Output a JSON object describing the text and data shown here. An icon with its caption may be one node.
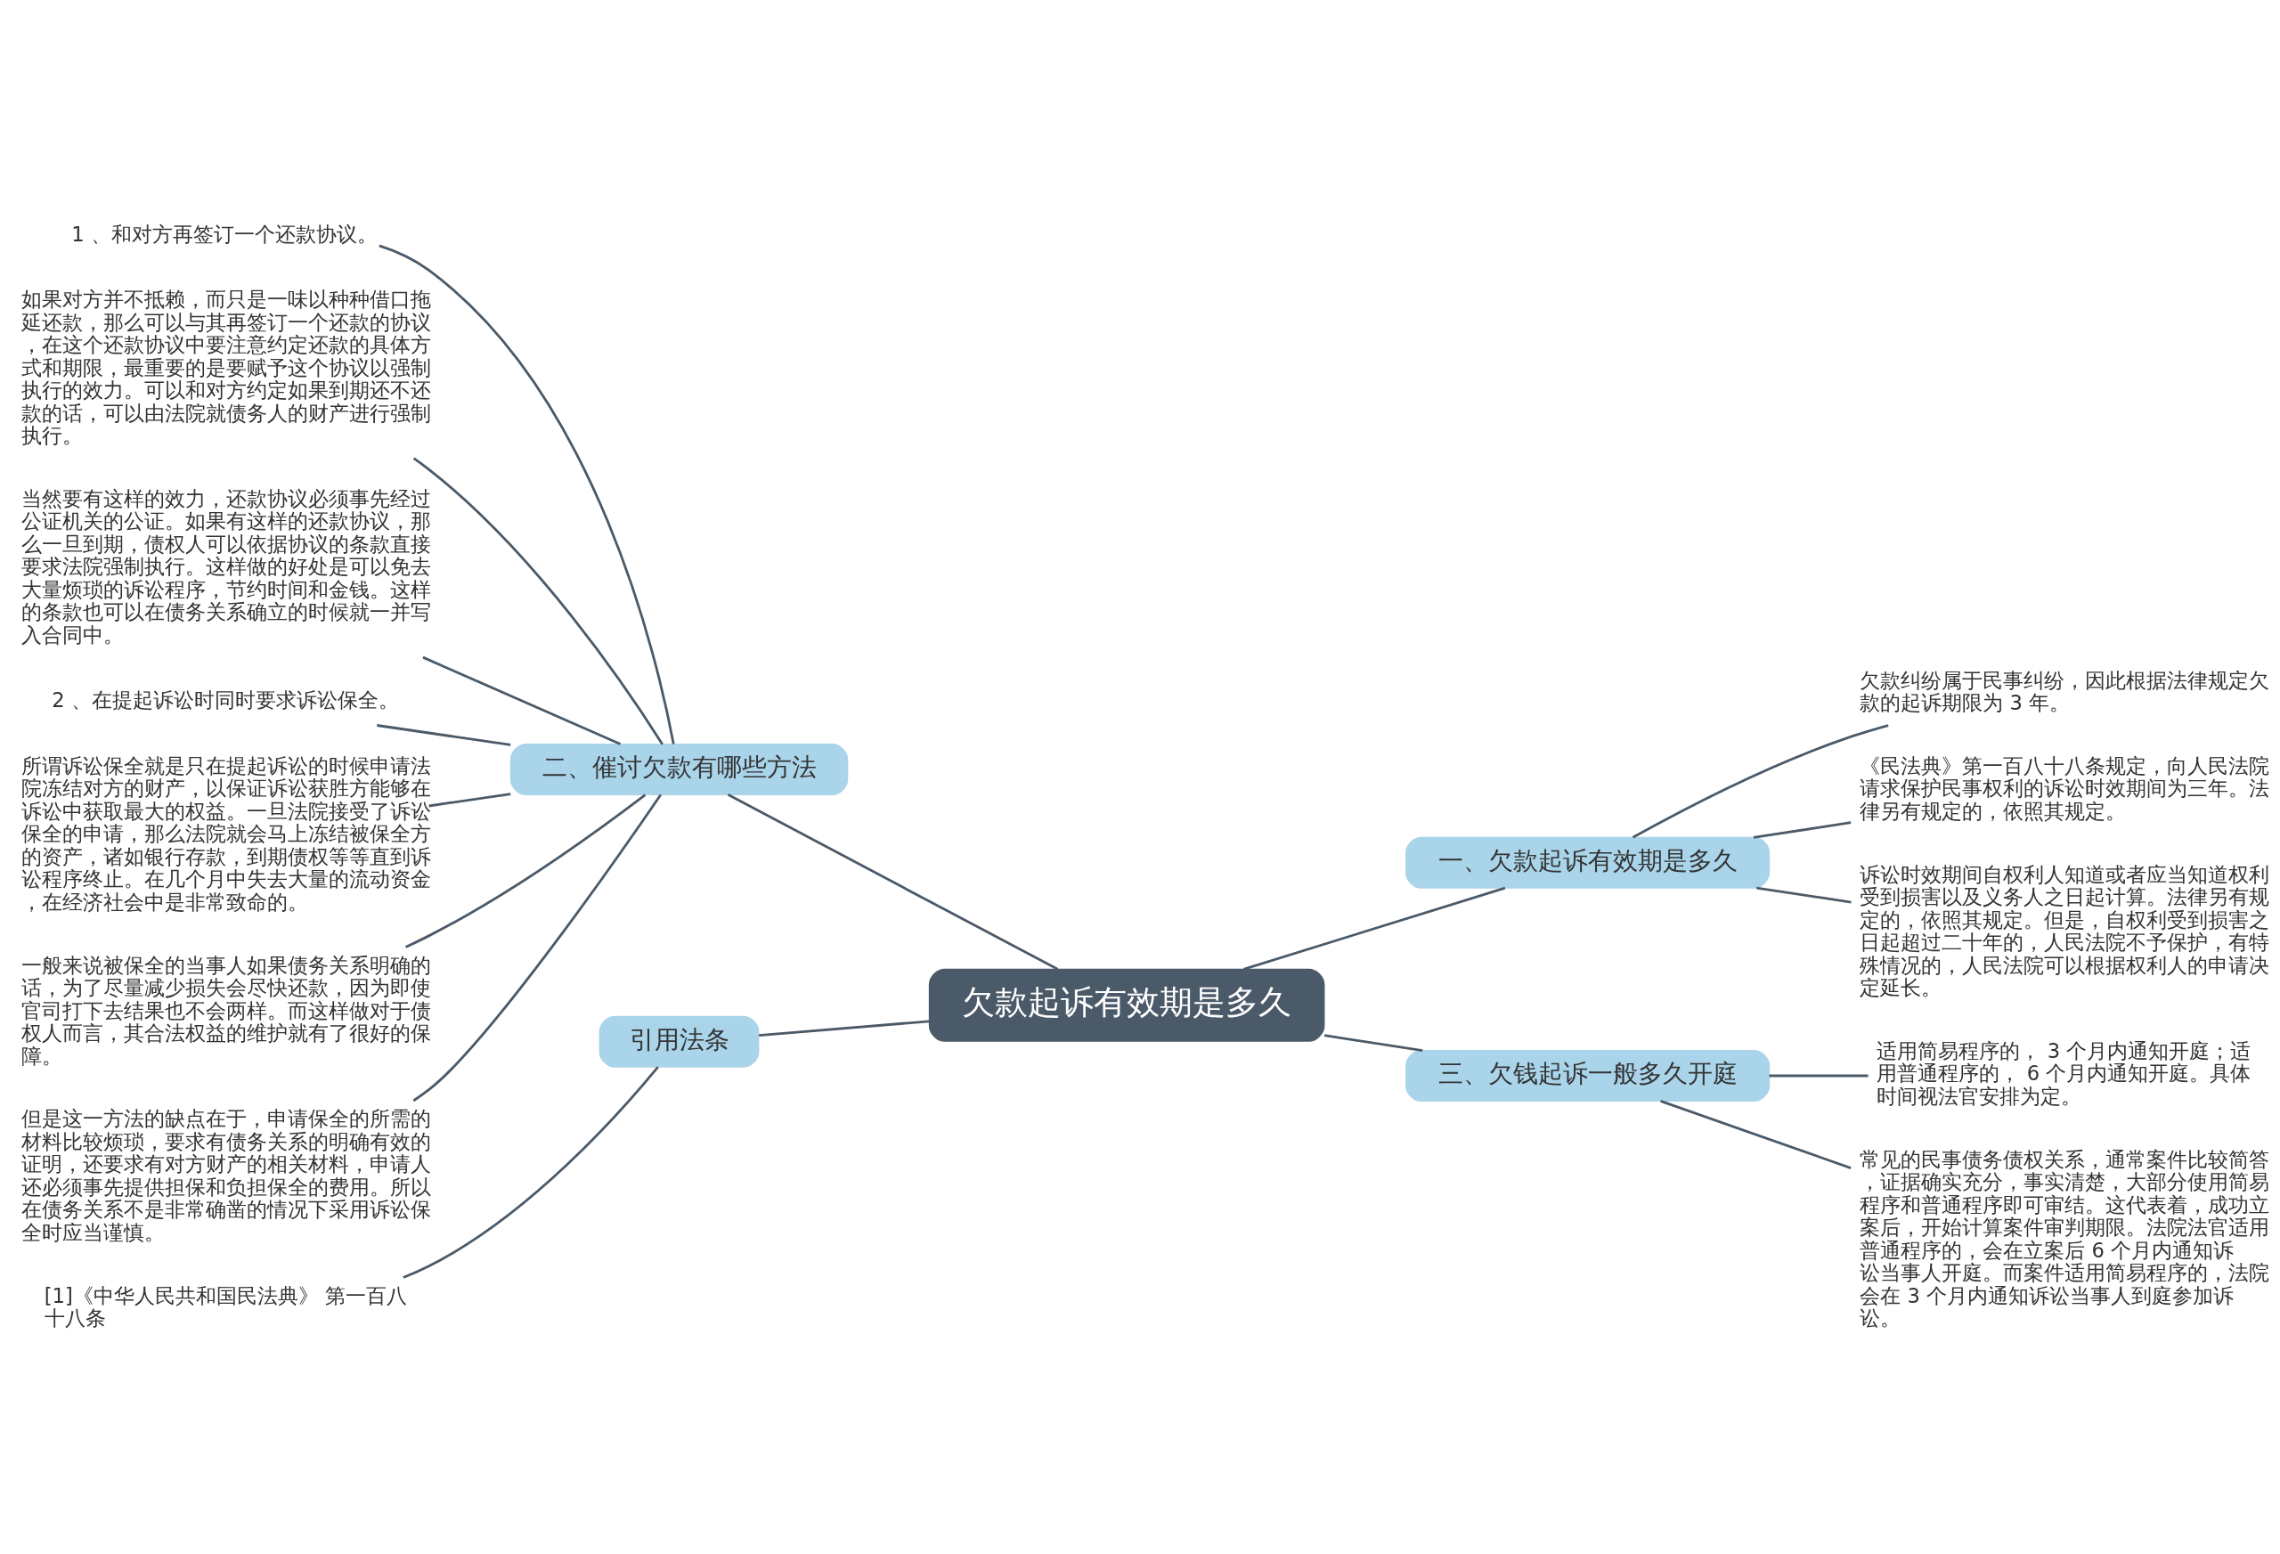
{
  "diagram": {
    "nodes": [
      {
        "text": [
          "欠款起诉有效期是多久"
        ]
      },
      {
        "text": [
          "一、欠款起诉有效期是多久"
        ]
      },
      {
        "text": [
          "欠款纠纷属于民事纠纷，因此根据法律规定欠款的起诉期限为 3 年。"
        ]
      },
      {
        "text": [
          "《民法典》第一百八十八条规定，向人民法院请求保护民事权利的诉讼时效期间为三年。法律另有规定的，依照其规定。"
        ]
      },
      {
        "text": [
          "诉讼时效期间自权利人知道或者应当知道权利受到损害以及义务人之日起计算。法律另有规定的，依照其规定。但是，自权利受到损害之日起超过二十年的，人民法院不予保护，有特殊情况的，人民法院可以根据权利人的申请决定延长。"
        ]
      },
      {
        "text": [
          "二、催讨欠款有哪些方法"
        ]
      },
      {
        "text": [
          "1 、和对方再签订一个还款协议。"
        ]
      },
      {
        "text": [
          "如果对方并不抵赖，而只是一味以种种借口拖延还款，那么可以与其再签订一个还款的协议，在这个还款协议中要注意约定还款的具体方式和期限，最重要的是要赋予这个协议以强制执行的效力。可以和对方约定如果到期还不还款的话，可以由法院就债务人的财产进行强制执行。"
        ]
      },
      {
        "text": [
          "当然要有这样的效力，还款协议必须事先经过公证机关的公证。如果有这样的还款协议，那么一旦到期，债权人可以依据协议的条款直接要求法院强制执行。这样做的好处是可以免去大量烦琐的诉讼程序，节约时间和金钱。这样的条款也可以在债务关系确立的时候就一并写入合同中。"
        ]
      },
      {
        "text": [
          "2 、在提起诉讼时同时要求诉讼保全。"
        ]
      },
      {
        "text": [
          "所谓诉讼保全就是只在提起诉讼的时候申请法院冻结对方的财产，以保证诉讼获胜方能够在诉讼中获取最大的权益。一旦法院接受了诉讼保全的申请，那么法院就会马上冻结被保全方的资产，诸如银行存款，到期债权等等直到诉讼程序终止。在几个月中失去大量的流动资金，在经济社会中是非常致命的。"
        ]
      },
      {
        "text": [
          "一般来说被保全的当事人如果债务关系明确的话，为了尽量减少损失会尽快还款，因为即使官司打下去结果也不会两样。而这样做对于债权人而言，其合法权益的维护就有了很好的保障。"
        ]
      },
      {
        "text": [
          "但是这一方法的缺点在于，申请保全的所需的材料比较烦琐，要求有债务关系的明确有效的证明，还要求有对方财产的相关材料，申请人还必须事先提供担保和负担保全的费用。所以在债务关系不是非常确凿的情况下采用诉讼保全时应当谨慎。"
        ]
      },
      {
        "text": [
          "三、欠钱起诉一般多久开庭"
        ]
      },
      {
        "text": [
          "适用简易程序的， 3 个月内通知开庭；适用普通程序的， 6 个月内通知开庭。具体时间视法官安排为定。"
        ]
      },
      {
        "text": [
          "常见的民事债务债权关系，通常案件比较简答，证据确实充分，事实清楚，大部分使用简易程序和普通程序即可审结。这代表着，成功立案后，开始计算案件审判期限。法院法官适用普通程序的，会在立案后 6 个月内通知诉讼当事人开庭。而案件适用简易程序的，法院会在 3 个月内通知诉讼当事人到庭参加诉讼。"
        ]
      },
      {
        "text": [
          "引用法条"
        ]
      },
      {
        "text": [
          "[1]《中华人民共和国民法典》 第一百八十八条"
        ]
      }
    ],
    "edges": [
      {
        "from": 0,
        "to": 1,
        "arrow": "none"
      },
      {
        "from": 1,
        "to": 2,
        "arrow": "none"
      },
      {
        "from": 1,
        "to": 3,
        "arrow": "none"
      },
      {
        "from": 1,
        "to": 4,
        "arrow": "none"
      },
      {
        "from": 0,
        "to": 5,
        "arrow": "none"
      },
      {
        "from": 5,
        "to": 6,
        "arrow": "none"
      },
      {
        "from": 5,
        "to": 7,
        "arrow": "none"
      },
      {
        "from": 5,
        "to": 8,
        "arrow": "none"
      },
      {
        "from": 5,
        "to": 9,
        "arrow": "none"
      },
      {
        "from": 5,
        "to": 10,
        "arrow": "none"
      },
      {
        "from": 5,
        "to": 11,
        "arrow": "none"
      },
      {
        "from": 5,
        "to": 12,
        "arrow": "none"
      },
      {
        "from": 0,
        "to": 13,
        "arrow": "none"
      },
      {
        "from": 13,
        "to": 14,
        "arrow": "none"
      },
      {
        "from": 13,
        "to": 15,
        "arrow": "none"
      },
      {
        "from": 0,
        "to": 16,
        "arrow": "none"
      },
      {
        "from": 16,
        "to": 17,
        "arrow": "none"
      }
    ]
  }
}
